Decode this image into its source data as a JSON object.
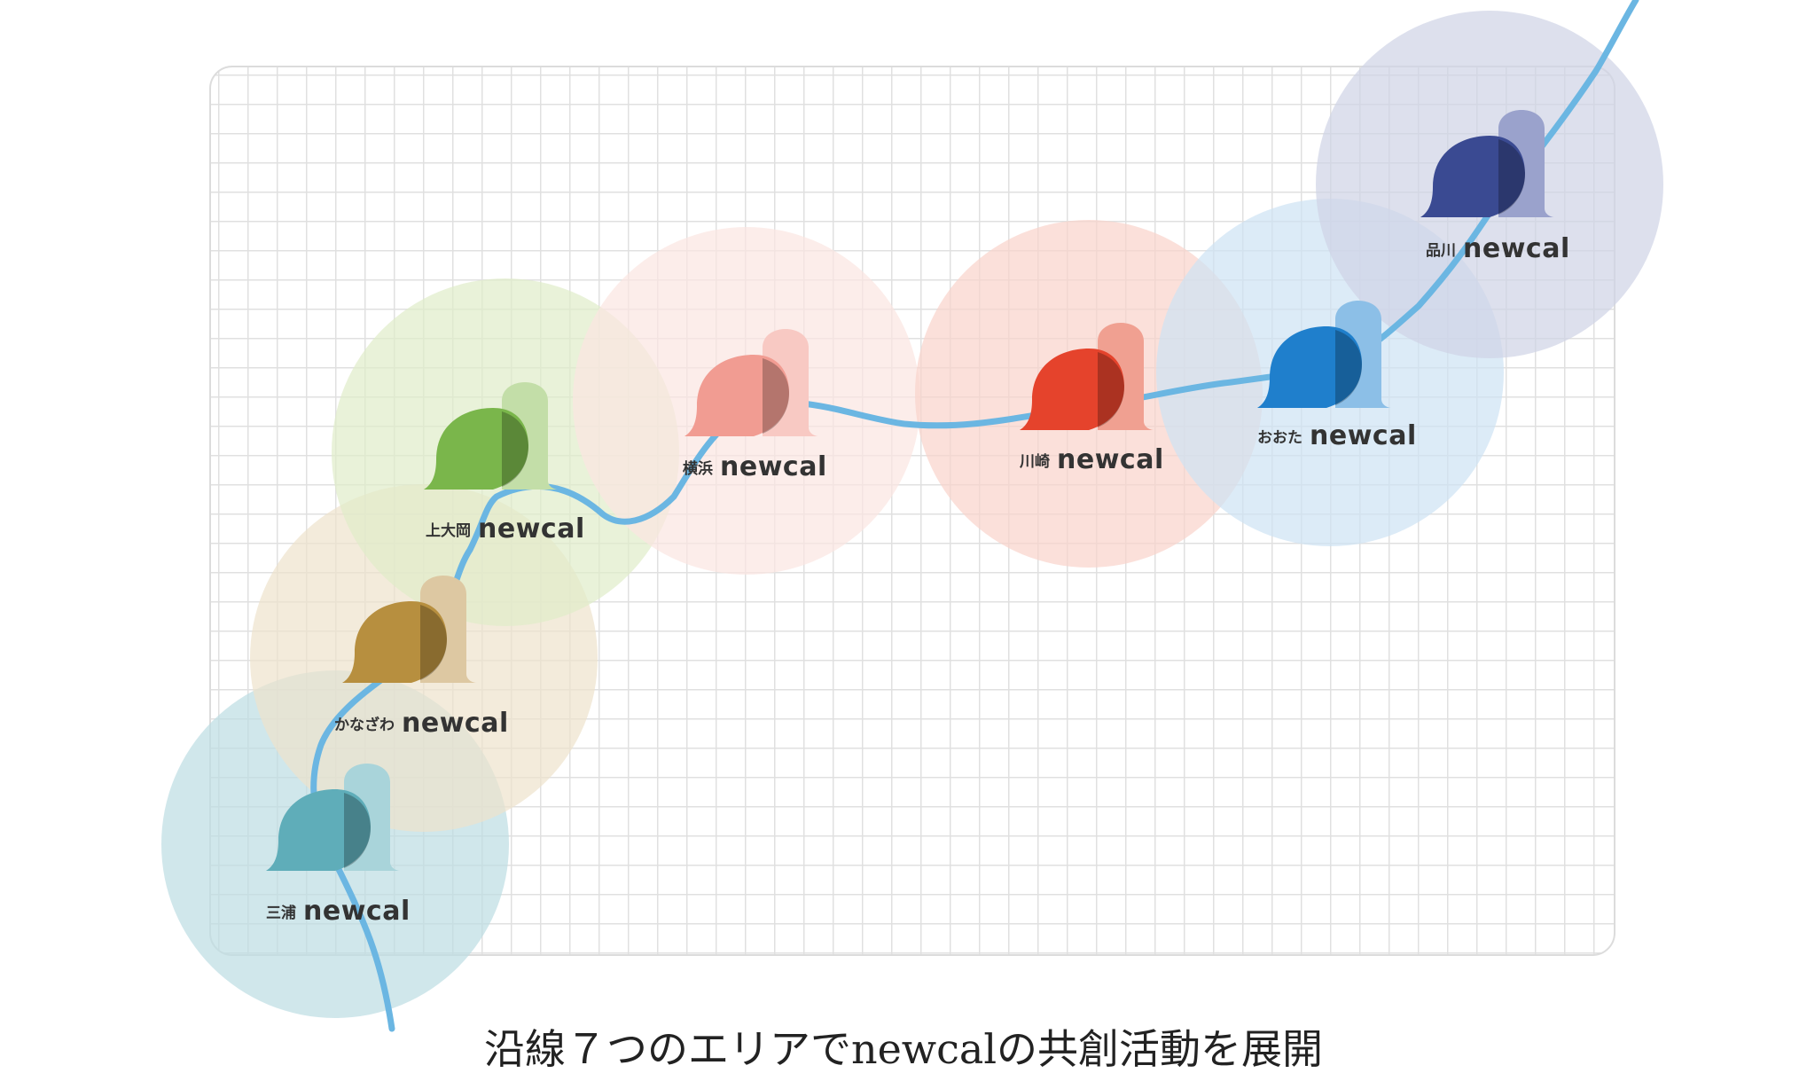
{
  "caption": "沿線７つのエリアでnewcalの共創活動を展開",
  "brand_word": "newcal",
  "line_color": "#6bb6e2",
  "stations": [
    {
      "id": "miura",
      "name": "三浦",
      "circle_color": "#bcdde3",
      "front_color": "#5fadb9",
      "back_color": "#a9d4da"
    },
    {
      "id": "kanazawa",
      "name": "かなざわ",
      "circle_color": "#eee3cc",
      "front_color": "#b78f3f",
      "back_color": "#ddc8a2"
    },
    {
      "id": "kamiooka",
      "name": "上大岡",
      "circle_color": "#dfecc9",
      "front_color": "#7ab64b",
      "back_color": "#c3dea8"
    },
    {
      "id": "yokohama",
      "name": "横浜",
      "circle_color": "#fbe5e1",
      "front_color": "#f19c92",
      "back_color": "#f8c9c3"
    },
    {
      "id": "kawasaki",
      "name": "川崎",
      "circle_color": "#f9d3cb",
      "front_color": "#e5432c",
      "back_color": "#f0a091"
    },
    {
      "id": "oota",
      "name": "おおた",
      "circle_color": "#cde3f4",
      "front_color": "#1f7fcc",
      "back_color": "#8cbfe7"
    },
    {
      "id": "shinagawa",
      "name": "品川",
      "circle_color": "#cfd3e6",
      "front_color": "#3a4a92",
      "back_color": "#9aa2cc"
    }
  ]
}
